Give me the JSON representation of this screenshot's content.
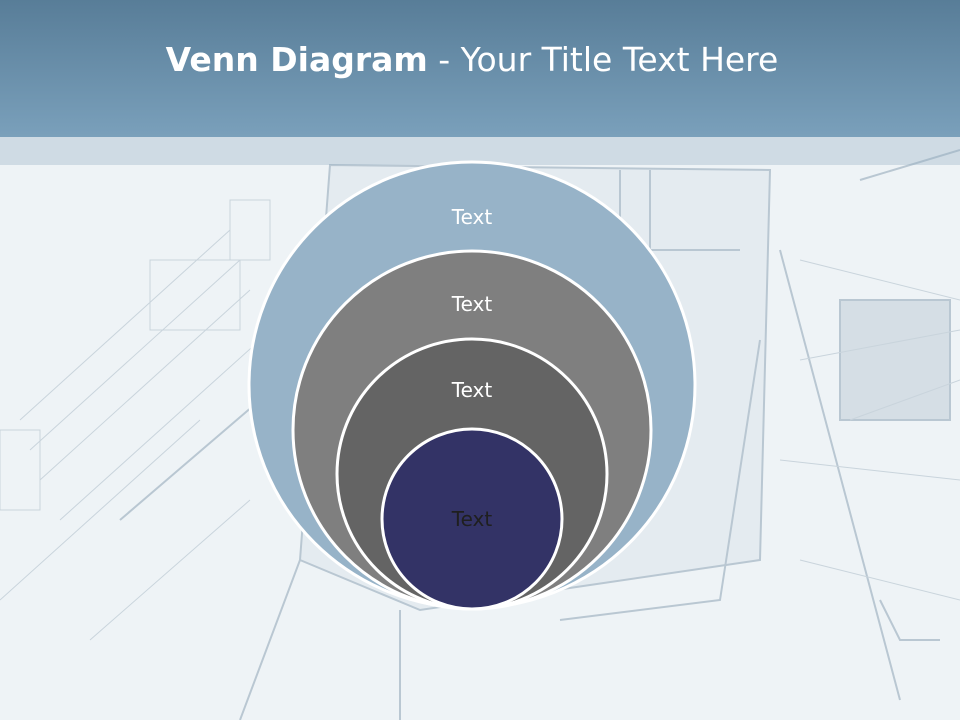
{
  "slide": {
    "title_bold": "Venn Diagram",
    "title_rest": " - Your Title Text Here"
  },
  "diagram": {
    "circles": [
      {
        "label": "Text",
        "fill": "#97b3c8",
        "text_color": "#ffffff"
      },
      {
        "label": "Text",
        "fill": "#7f7f7f",
        "text_color": "#ffffff"
      },
      {
        "label": "Text",
        "fill": "#646464",
        "text_color": "#ffffff"
      },
      {
        "label": "Text",
        "fill": "#333366",
        "text_color": "#1f1f1f"
      }
    ]
  },
  "colors": {
    "header": "#6a90ab",
    "background": "#eef3f6"
  }
}
